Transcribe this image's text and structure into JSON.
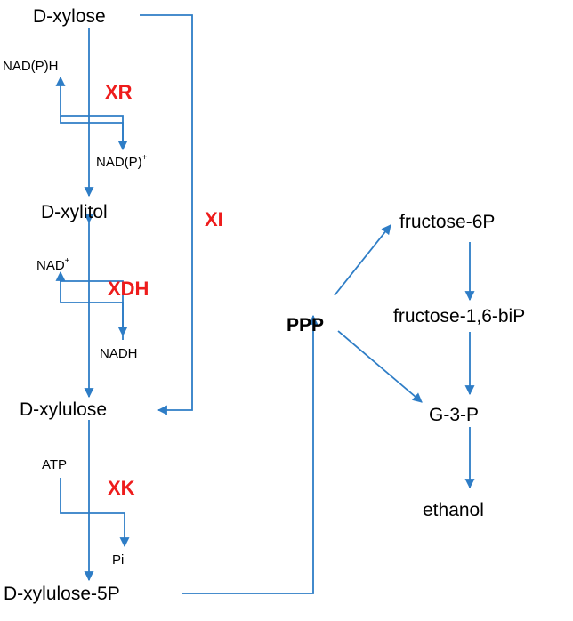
{
  "colors": {
    "arrow": "#2E7DC6",
    "enzyme": "#EE1C1C",
    "text": "#000000"
  },
  "nodes": {
    "xylose": "D-xylose",
    "xylitol": "D-xylitol",
    "xylulose": "D-xylulose",
    "xylulose5p": "D-xylulose-5P",
    "ppp": "PPP",
    "fructose6p": "fructose-6P",
    "fructose16bip": "fructose-1,6-biP",
    "g3p": "G-3-P",
    "ethanol": "ethanol"
  },
  "cofactors": {
    "nadph": "NAD(P)H",
    "nadp": "NAD(P)",
    "nad": "NAD",
    "nadh": "NADH",
    "atp": "ATP",
    "pi": "Pi",
    "plus": "+"
  },
  "enzymes": {
    "xr": "XR",
    "xi": "XI",
    "xdh": "XDH",
    "xk": "XK"
  }
}
